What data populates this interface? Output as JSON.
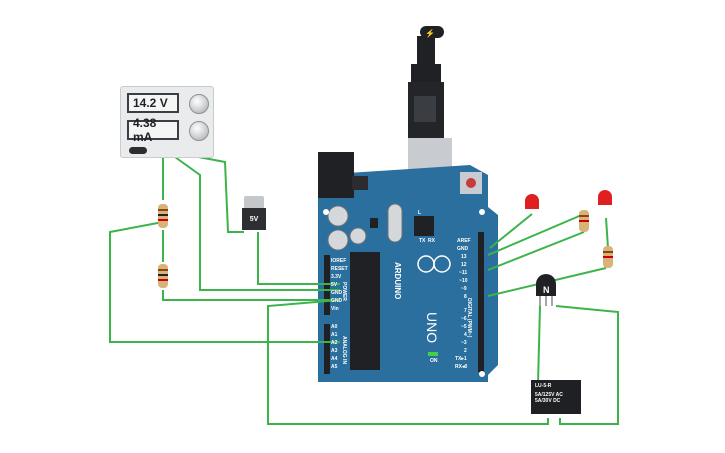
{
  "psu": {
    "voltage": "14.2 V",
    "current": "4.38 mA"
  },
  "regulator": {
    "label": "5V"
  },
  "arduino": {
    "brand": "ARDUINO",
    "model": "UNO",
    "power_header": "POWER",
    "analog_header": "ANALOG IN",
    "digital_header": "DIGITAL (PWM~)",
    "on_label": "ON",
    "power_pins": [
      "IOREF",
      "RESET",
      "3.3V",
      "5V",
      "GND",
      "GND",
      "Vin"
    ],
    "analog_pins": [
      "A0",
      "A1",
      "A2",
      "A3",
      "A4",
      "A5"
    ],
    "digital_pins": [
      "AREF",
      "GND",
      "13",
      "12",
      "~11",
      "~10",
      "~9",
      "8",
      "7",
      "~6",
      "~5",
      "4",
      "~3",
      "2",
      "TX▸1",
      "RX◂0"
    ],
    "led_labels": [
      "TX",
      "RX",
      "L"
    ]
  },
  "transistor": {
    "label": "N"
  },
  "relay": {
    "line1": "LU-5-R",
    "line2": "5A/125V AC",
    "line3": "5A/30V DC"
  },
  "colors": {
    "wire": "#3cb44b",
    "board": "#2a6f9d",
    "led": "#e02020"
  }
}
